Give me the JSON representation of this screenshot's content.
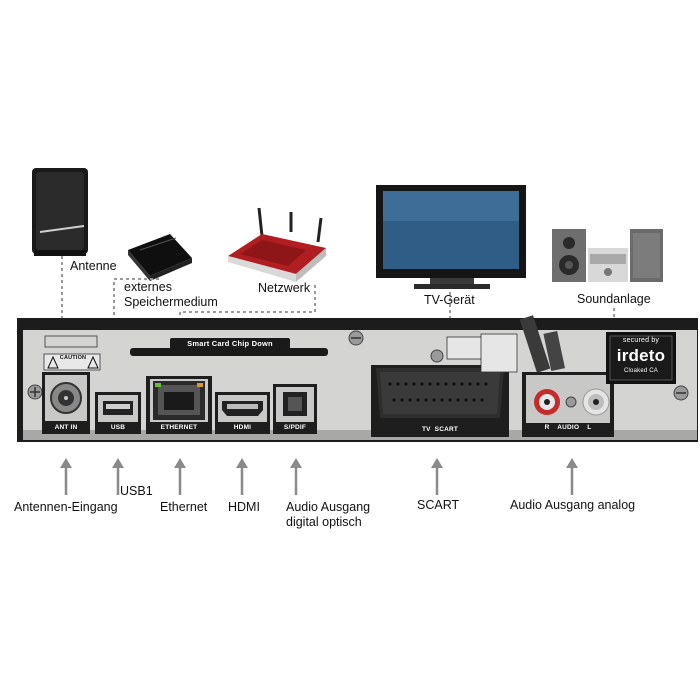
{
  "devices": {
    "antenna": "Antenne",
    "storage": "externes\nSpeichermedium",
    "router": "Netzwerk",
    "tv": "TV-Gerät",
    "sound": "Soundanlage"
  },
  "receiver": {
    "smartcard": "Smart Card Chip Down",
    "ports": {
      "ant_in": "ANT IN",
      "usb": "USB",
      "ethernet": "ETHERNET",
      "hdmi": "HDMI",
      "spdif": "S/PDIF",
      "scart": "TV  SCART",
      "audio": "R    AUDIO    L"
    },
    "badge": {
      "secured": "secured by",
      "brand": "irdeto",
      "sub": "Cloaked CA"
    },
    "caution": "CAUTION"
  },
  "port_labels": {
    "antenna_in": "Antennen-Eingang",
    "usb1": "USB1",
    "ethernet": "Ethernet",
    "hdmi": "HDMI",
    "spdif": "Audio Ausgang\ndigital optisch",
    "scart": "SCART",
    "audio_analog": "Audio Ausgang analog"
  },
  "colors": {
    "panel": "#d4d4d2",
    "frame": "#1c1c1c",
    "arrow": "#8a8a8a",
    "router_red": "#b01e22"
  }
}
